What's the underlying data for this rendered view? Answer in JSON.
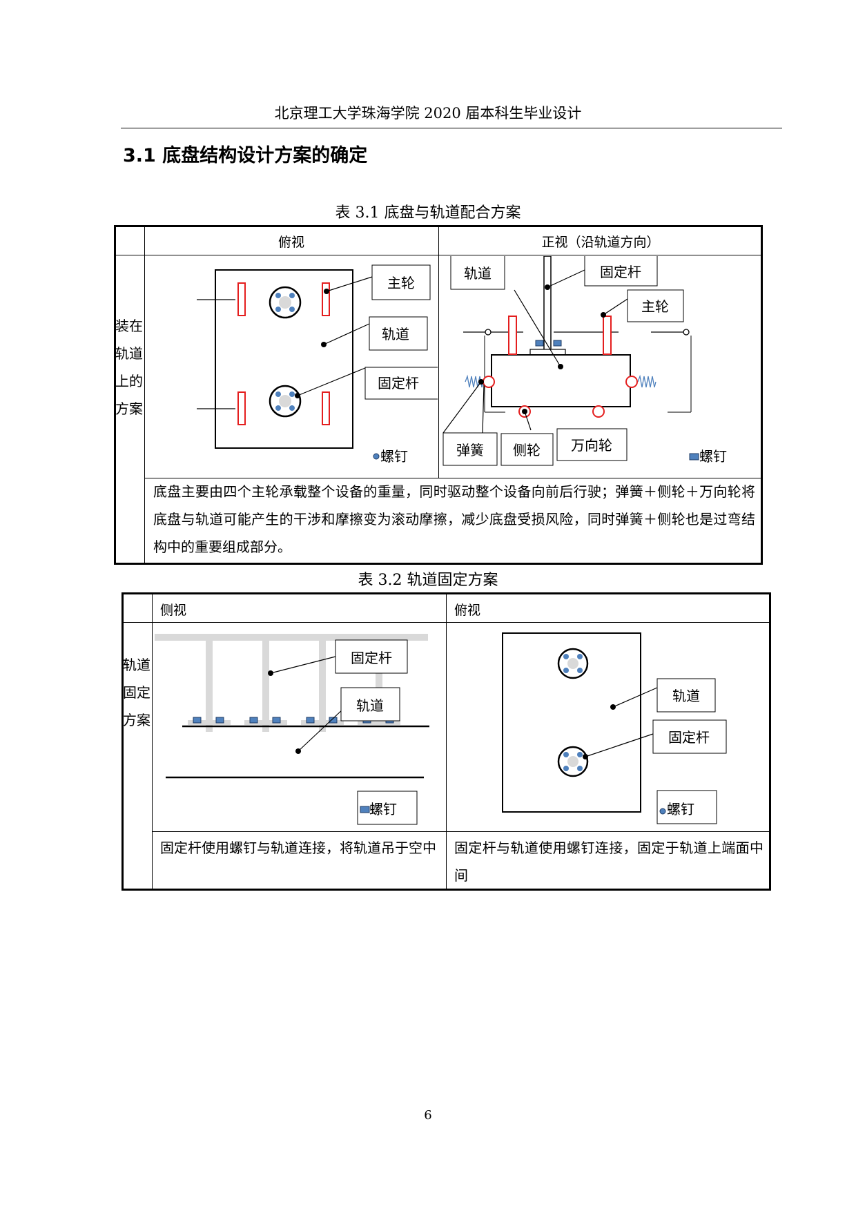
{
  "header": "北京理工大学珠海学院 2020 届本科生毕业设计",
  "section_title": "3.1 底盘结构设计方案的确定",
  "table1": {
    "caption": "表 3.1  底盘与轨道配合方案",
    "col_top_view": "俯视",
    "col_front_view": "正视（沿轨道方向）",
    "row_label": "装在轨道上的方案",
    "description": "底盘主要由四个主轮承载整个设备的重量，同时驱动整个设备向前后行驶；弹簧＋侧轮＋万向轮将底盘与轨道可能产生的干涉和摩擦变为滚动摩擦，减少底盘受损风险，同时弹簧＋侧轮也是过弯结构中的重要组成部分。",
    "top_view_labels": {
      "main_wheel": "主轮",
      "track": "轨道",
      "fixed_rod": "固定杆",
      "screw": "螺钉"
    },
    "front_view_labels": {
      "track": "轨道",
      "fixed_rod": "固定杆",
      "main_wheel": "主轮",
      "spring": "弹簧",
      "side_wheel": "侧轮",
      "universal_wheel": "万向轮",
      "screw": "螺钉"
    }
  },
  "table2": {
    "caption": "表 3.2  轨道固定方案",
    "col_side_view": "侧视",
    "col_top_view": "俯视",
    "row_label": "轨道固定方案",
    "desc_side": "固定杆使用螺钉与轨道连接，将轨道吊于空中",
    "desc_top": "固定杆与轨道使用螺钉连接，固定于轨道上端面中间",
    "side_view_labels": {
      "fixed_rod": "固定杆",
      "track": "轨道",
      "screw": "螺钉"
    },
    "top_view_labels": {
      "track": "轨道",
      "fixed_rod": "固定杆",
      "screw": "螺钉"
    }
  },
  "page_number": "6",
  "colors": {
    "red": "#e41e1e",
    "screw_blue": "#4f81bd",
    "gray": "#d9d9d9"
  }
}
